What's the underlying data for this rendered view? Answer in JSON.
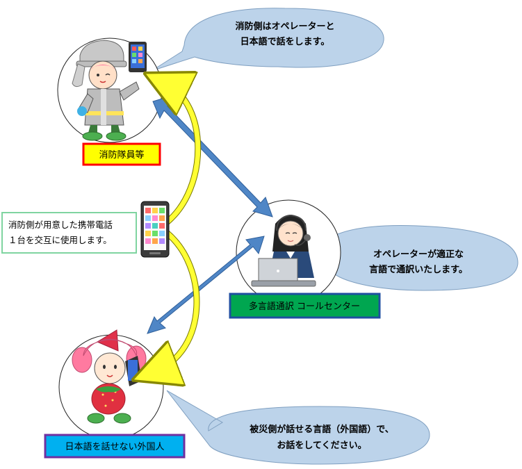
{
  "bubbles": {
    "firefighter_speech": [
      "消防側はオペレーターと",
      "日本語で話をします。"
    ],
    "operator_speech": [
      "オペレーターが適正な",
      "言語で通訳いたします。"
    ],
    "foreigner_speech": [
      "被災側が話せる言語（外国語）で、",
      "お話をしてください。"
    ]
  },
  "labels": {
    "firefighter": "消防隊員等",
    "call_center": "多言語通訳 コールセンター",
    "foreigner": "日本語を話せない外国人"
  },
  "phone_note": [
    "消防側が用意した携帯電話",
    "１台を交互に使用します。"
  ],
  "colors": {
    "bubble_fill": "#bcd3ea",
    "firefighter_label_bg": "#ffff00",
    "firefighter_label_border": "#ff0000",
    "call_center_label_bg": "#00a650",
    "call_center_label_border": "#1f4fa0",
    "foreigner_label_bg": "#00b0f0",
    "foreigner_label_border": "#7030a0",
    "note_border": "#7fd4a0",
    "blue_arrow": "#4f86c6",
    "yellow_arrow": "#ffff33"
  }
}
